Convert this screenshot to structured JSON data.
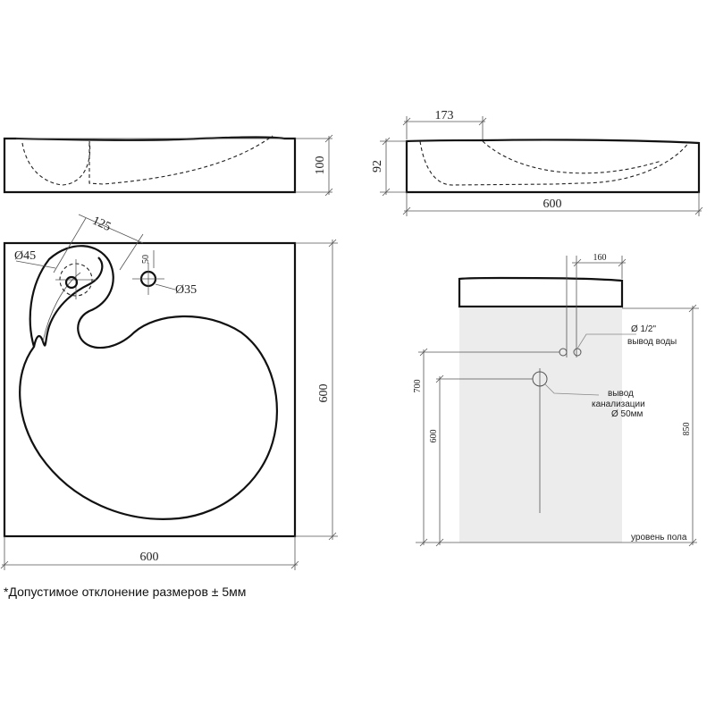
{
  "top_view": {
    "width_label": "600",
    "height_label": "600",
    "offset_label": "125",
    "small_offset_label": "50",
    "drain_diameter_label": "Ø45",
    "tap_hole_label": "Ø35"
  },
  "front_view": {
    "height_label": "100"
  },
  "side_view": {
    "offset_label": "173",
    "height_label": "92",
    "width_label": "600"
  },
  "install_view": {
    "pipe_offset_label": "160",
    "water_pipe_size": "Ø 1/2\"",
    "water_outlet_label": "вывод воды",
    "drain_line1": "вывод",
    "drain_line2": "канализации",
    "drain_size": "Ø 50мм",
    "height_700": "700",
    "height_600": "600",
    "height_850": "850",
    "floor_label": "уровень пола"
  },
  "footnote": "*Допустимое отклонение размеров ± 5мм"
}
